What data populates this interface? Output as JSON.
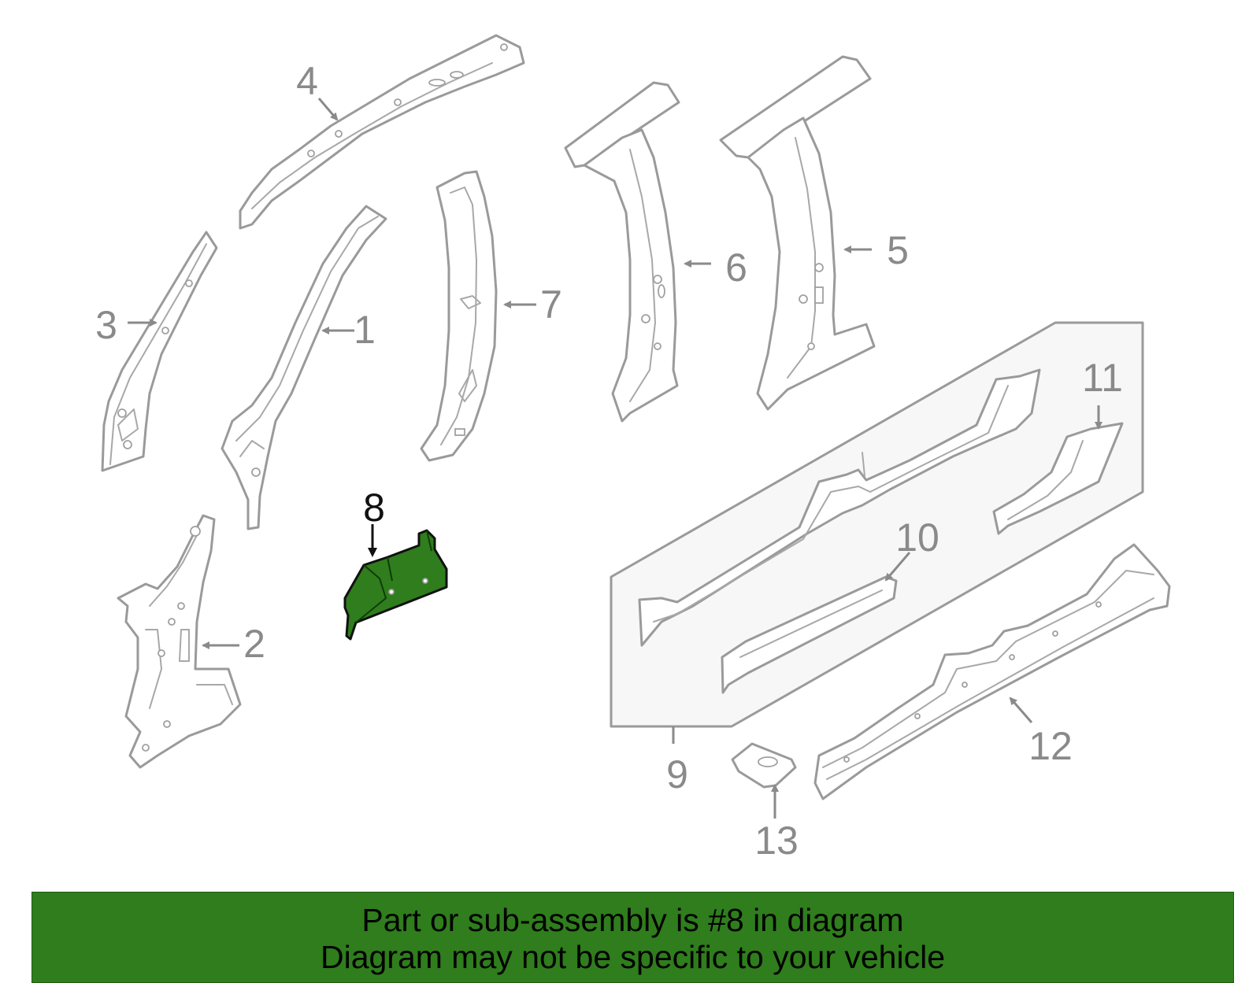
{
  "diagram": {
    "callouts": {
      "c1": "1",
      "c2": "2",
      "c3": "3",
      "c4": "4",
      "c5": "5",
      "c6": "6",
      "c7": "7",
      "c8": "8",
      "c9": "9",
      "c10": "10",
      "c11": "11",
      "c12": "12",
      "c13": "13"
    },
    "highlighted_part": "8",
    "colors": {
      "highlight": "#2f7d1c",
      "line": "#9a9a9a",
      "label": "#8a8a8a"
    }
  },
  "banner": {
    "line1": "Part or sub-assembly is #8 in diagram",
    "line2": "Diagram may not be specific to your vehicle"
  }
}
